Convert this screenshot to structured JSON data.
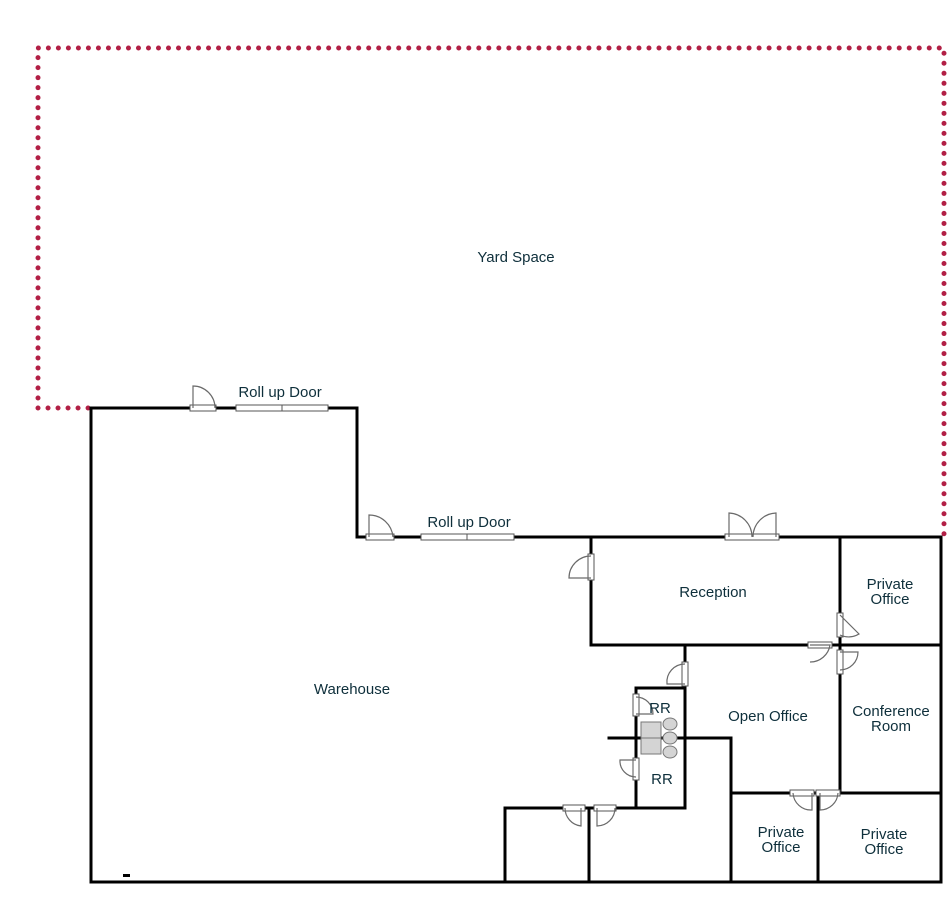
{
  "labels": {
    "yard": "Yard Space",
    "rollup_door_upper": "Roll up Door",
    "rollup_door_lower": "Roll up Door",
    "warehouse": "Warehouse",
    "reception": "Reception",
    "private_office_top_l1": "Private",
    "private_office_top_l2": "Office",
    "conference_room_l1": "Conference",
    "conference_room_l2": "Room",
    "open_office": "Open Office",
    "restroom_upper": "RR",
    "restroom_lower": "RR",
    "private_office_bl_l1": "Private",
    "private_office_bl_l2": "Office",
    "private_office_br_l1": "Private",
    "private_office_br_l2": "Office"
  },
  "colors": {
    "yard_boundary": "#b21f45",
    "walls": "#000000",
    "label_text": "#0e2f3b"
  }
}
